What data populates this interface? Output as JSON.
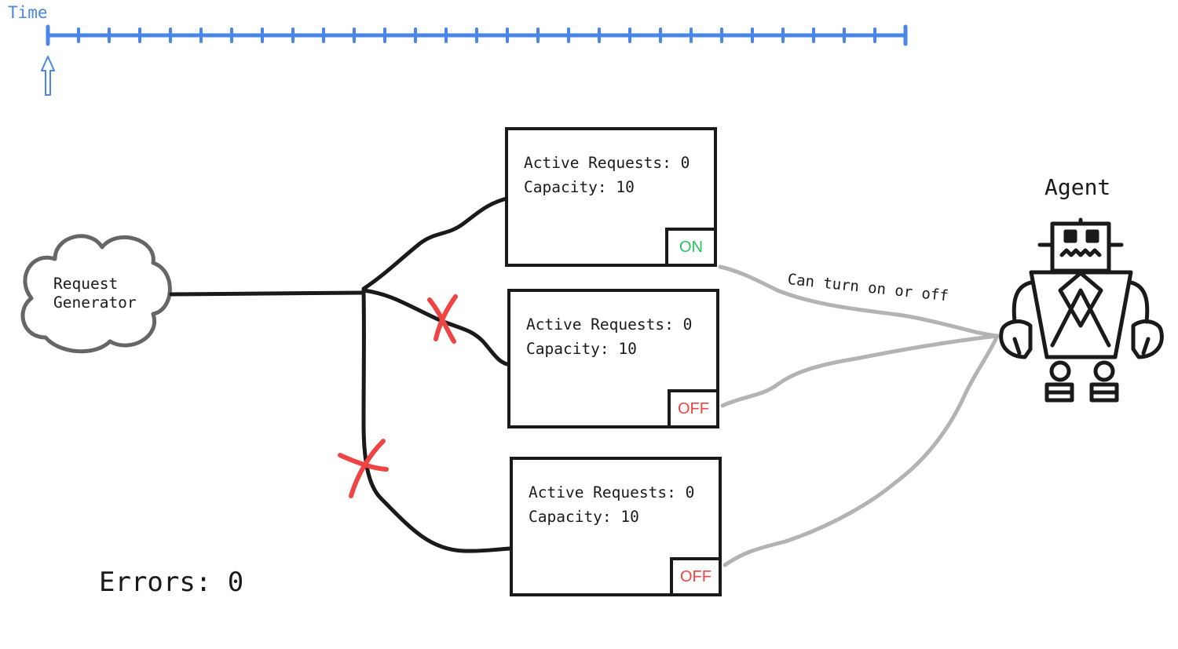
{
  "timeline": {
    "label": "Time",
    "color": "#4a86e8",
    "tick_count": 29,
    "current_tick": 0
  },
  "request_generator": {
    "label_line1": "Request",
    "label_line2": "Generator"
  },
  "servers": [
    {
      "active_requests_text": "Active Requests: 0",
      "capacity_text": "Capacity: 10",
      "status": "ON",
      "status_color": "#22c55e",
      "route_blocked": false
    },
    {
      "active_requests_text": "Active Requests: 0",
      "capacity_text": "Capacity: 10",
      "status": "OFF",
      "status_color": "#ef4444",
      "route_blocked": true
    },
    {
      "active_requests_text": "Active Requests: 0",
      "capacity_text": "Capacity: 10",
      "status": "OFF",
      "status_color": "#ef4444",
      "route_blocked": true
    }
  ],
  "control_edge_label": "Can turn on or off",
  "agent": {
    "label": "Agent",
    "icon": "robot-icon"
  },
  "errors_text": "Errors: 0",
  "colors": {
    "ink": "#1a1a1a",
    "control_line": "#b3b3b3",
    "blocked_mark": "#ef4444",
    "cloud_stroke": "#666666"
  }
}
